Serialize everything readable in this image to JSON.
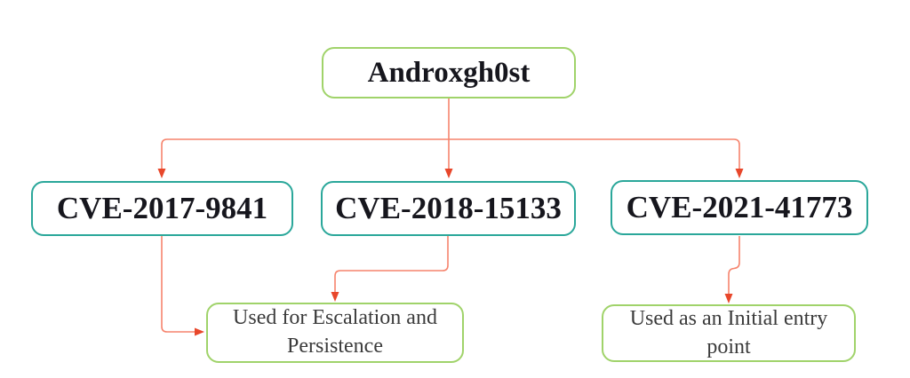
{
  "diagram": {
    "title_node": {
      "label": "Androxgh0st"
    },
    "cve_nodes": [
      {
        "label": "CVE-2017-9841"
      },
      {
        "label": "CVE-2018-15133"
      },
      {
        "label": "CVE-2021-41773"
      }
    ],
    "usage_nodes": [
      {
        "label": "Used for Escalation and Persistence"
      },
      {
        "label": "Used as an Initial entry point"
      }
    ],
    "edges": [
      {
        "from": "Androxgh0st",
        "to": "CVE-2017-9841"
      },
      {
        "from": "Androxgh0st",
        "to": "CVE-2018-15133"
      },
      {
        "from": "Androxgh0st",
        "to": "CVE-2021-41773"
      },
      {
        "from": "CVE-2017-9841",
        "to": "Used for Escalation and Persistence"
      },
      {
        "from": "CVE-2018-15133",
        "to": "Used for Escalation and Persistence"
      },
      {
        "from": "CVE-2021-41773",
        "to": "Used as an Initial entry point"
      }
    ],
    "colors": {
      "root_border": "#a0d36a",
      "cve_border": "#2aa79a",
      "usage_border": "#a0d36a",
      "connector_line": "#f6846d",
      "arrowhead": "#e8472b",
      "heading_text": "#16161d",
      "usage_text": "#3b3b3b",
      "background": "#ffffff"
    }
  }
}
